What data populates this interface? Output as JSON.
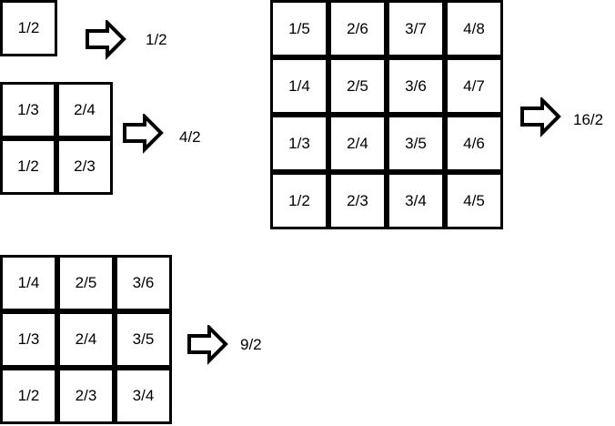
{
  "colors": {
    "stroke": "#000000",
    "background": "#ffffff"
  },
  "diagrams": [
    {
      "id": "d1",
      "rows": [
        [
          "1/2"
        ]
      ],
      "result": "1/2"
    },
    {
      "id": "d2",
      "rows": [
        [
          "1/3",
          "2/4"
        ],
        [
          "1/2",
          "2/3"
        ]
      ],
      "result": "4/2"
    },
    {
      "id": "d3",
      "rows": [
        [
          "1/4",
          "2/5",
          "3/6"
        ],
        [
          "1/3",
          "2/4",
          "3/5"
        ],
        [
          "1/2",
          "2/3",
          "3/4"
        ]
      ],
      "result": "9/2"
    },
    {
      "id": "d4",
      "rows": [
        [
          "1/5",
          "2/6",
          "3/7",
          "4/8"
        ],
        [
          "1/4",
          "2/5",
          "3/6",
          "4/7"
        ],
        [
          "1/3",
          "2/4",
          "3/5",
          "4/6"
        ],
        [
          "1/2",
          "2/3",
          "3/4",
          "4/5"
        ]
      ],
      "result": "16/2"
    }
  ]
}
